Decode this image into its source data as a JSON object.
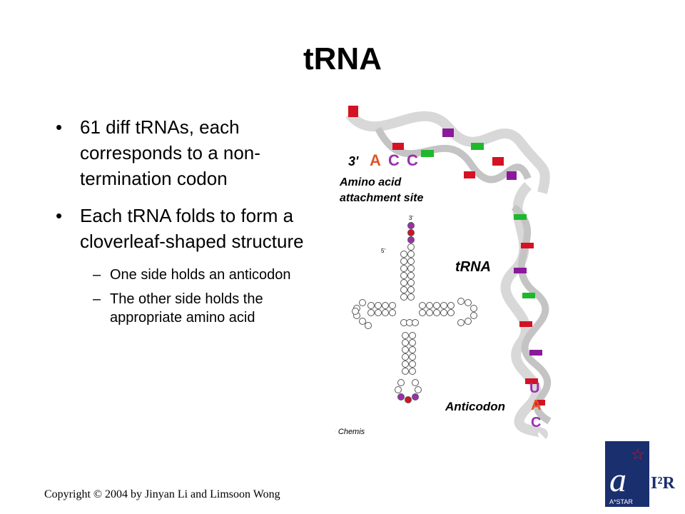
{
  "slide": {
    "title": "tRNA",
    "bullets": [
      {
        "level": 1,
        "text": "61 diff tRNAs, each corresponds to a non-termination codon"
      },
      {
        "level": 1,
        "text": "Each tRNA folds to form a cloverleaf-shaped structure"
      },
      {
        "level": 2,
        "text": "One side holds an anticodon"
      },
      {
        "level": 2,
        "text": "The other side holds the appropriate amino acid"
      }
    ],
    "bullet_glyph": "•",
    "sub_glyph": "–"
  },
  "figure": {
    "label_3prime": "3'",
    "acc_letters": [
      "A",
      "C",
      "C"
    ],
    "amino_site_line1": "Amino acid",
    "amino_site_line2": "attachment site",
    "trna_label": "tRNA",
    "anticodon_label": "Anticodon",
    "anticodon_letters": [
      "U",
      "A",
      "C"
    ],
    "credit": "(c) Chemis",
    "small_3prime": "3'",
    "small_5prime": "5'"
  },
  "footer": {
    "copyright": "Copyright © 2004 by Jinyan Li and Limsoon Wong",
    "logo_astar": "A*STAR",
    "logo_i2r": "I²R"
  },
  "colors": {
    "red_base": "#d41224",
    "green_base": "#1fb82c",
    "purple_base": "#8a1a9b",
    "ribbon": "#dcdcdc",
    "letter_orange": "#e0542a",
    "letter_purple": "#9b2fae",
    "logo_blue": "#1a2f6e"
  }
}
